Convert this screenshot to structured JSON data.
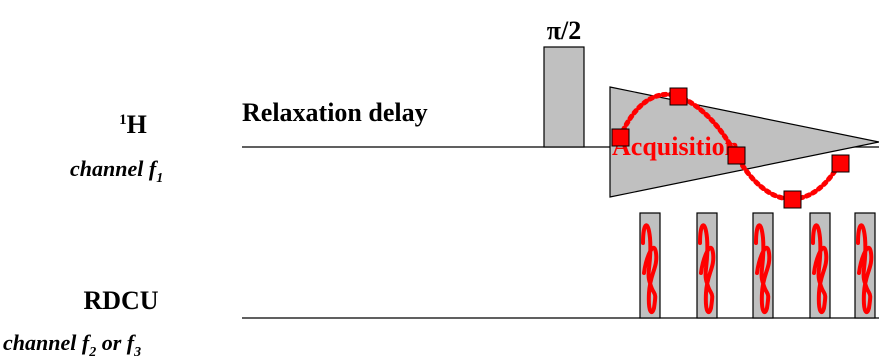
{
  "colors": {
    "background": "#ffffff",
    "line": "#000000",
    "pulse_fill": "#c0c0c0",
    "fid_fill": "#c0c0c0",
    "accent": "#ff0000"
  },
  "channel1": {
    "nucleus_sup": "1",
    "nucleus": "H",
    "label_main": "channel f",
    "label_sub": "1"
  },
  "channel2": {
    "name": "RDCU",
    "label_main": "channel f",
    "label_sub2": "2",
    "label_or": " or f",
    "label_sub3": "3"
  },
  "relaxation_label": "Relaxation delay",
  "pulse_label": "π/2",
  "acquisition_label": "Acquisition",
  "icons": {
    "sample_point": "red-square-marker",
    "pulse_block": "gray-rectangle",
    "fid": "gray-decaying-triangle",
    "rf_burst": "red-waveform-in-gray-box"
  }
}
